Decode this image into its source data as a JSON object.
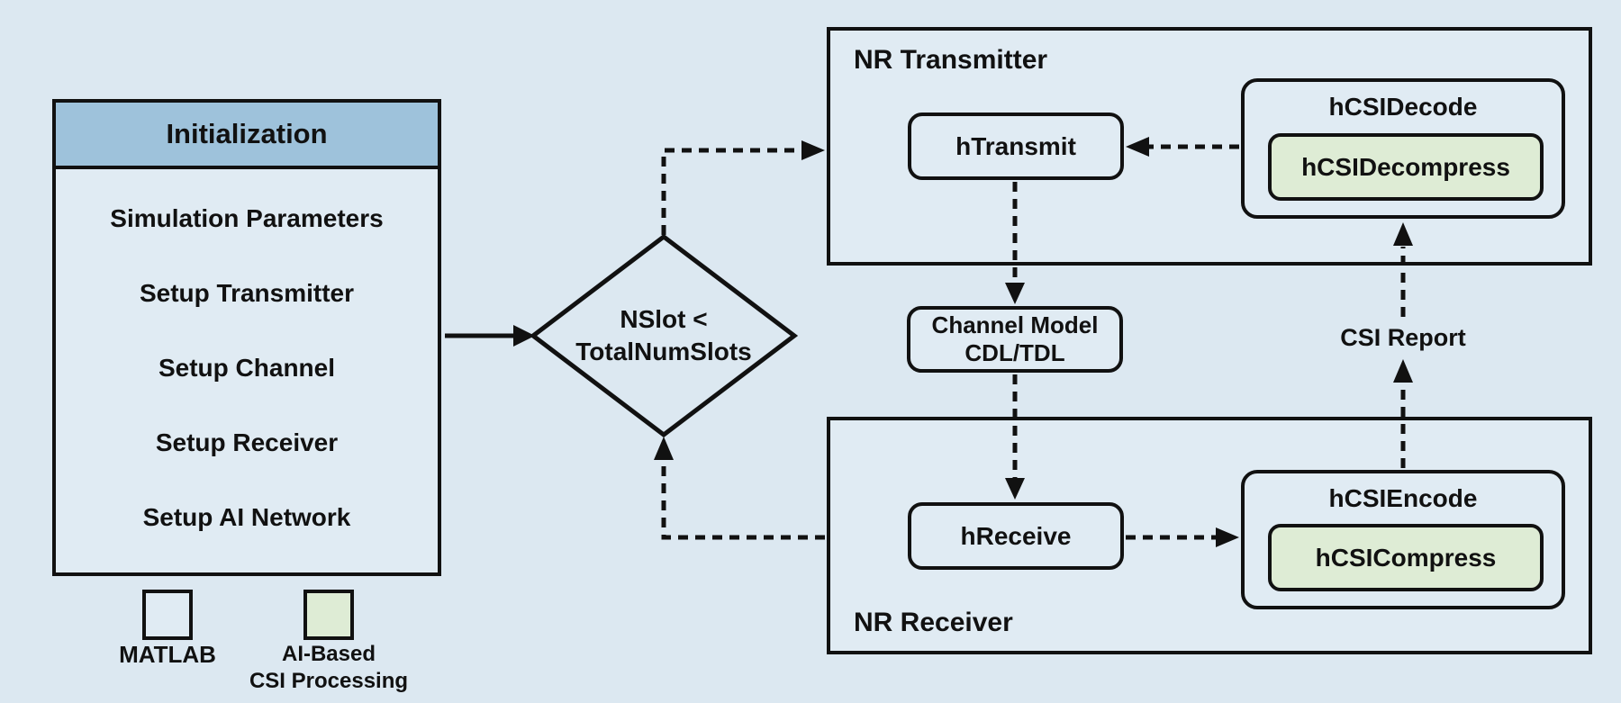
{
  "colors": {
    "background": "#dce8f1",
    "box_fill": "#e0ebf3",
    "header_blue": "#9ec2db",
    "ai_green": "#deecd5",
    "line": "#111111"
  },
  "initialization": {
    "title": "Initialization",
    "items": [
      "Simulation Parameters",
      "Setup Transmitter",
      "Setup Channel",
      "Setup Receiver",
      "Setup AI Network"
    ]
  },
  "decision": {
    "line1": "NSlot <",
    "line2": "TotalNumSlots"
  },
  "transmitter": {
    "title": "NR Transmitter",
    "htransmit_label": "hTransmit",
    "decode": {
      "title": "hCSIDecode",
      "inner_label": "hCSIDecompress"
    }
  },
  "channel": {
    "line1": "Channel Model",
    "line2": "CDL/TDL"
  },
  "receiver": {
    "title": "NR Receiver",
    "hreceive_label": "hReceive",
    "encode": {
      "title": "hCSIEncode",
      "inner_label": "hCSICompress"
    }
  },
  "csi_report_label": "CSI Report",
  "legend": {
    "matlab_label": "MATLAB",
    "ai_label_line1": "AI-Based",
    "ai_label_line2": "CSI Processing"
  }
}
